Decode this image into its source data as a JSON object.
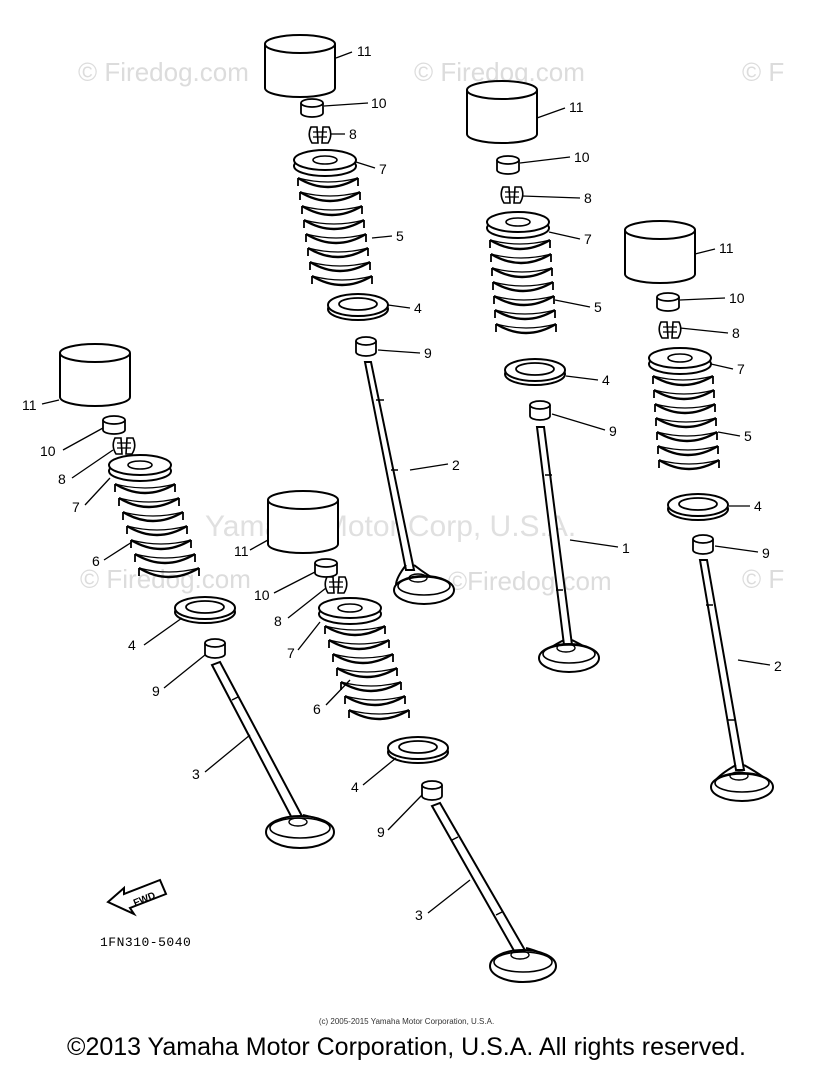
{
  "watermarks": {
    "firedog_1": "© Firedog.com",
    "firedog_2": "© Firedog.com",
    "firedog_3": "© F",
    "firedog_4": "© Firedog.com",
    "firedog_5": "©Firedog.com",
    "firedog_6": "© F",
    "yamaha": "Yamaha Motor Corp, U.S.A."
  },
  "fwd_label": "FWD",
  "part_code": "1FN310-5040",
  "small_copyright": "(c) 2005-2015 Yamaha Motor Corporation, U.S.A.",
  "copyright": "©2013 Yamaha Motor Corporation, U.S.A. All rights reserved.",
  "callouts": {
    "a": {
      "lifter": "11",
      "shim": "10",
      "keeper": "8",
      "retainer": "7",
      "spring": "5",
      "seat": "4",
      "seal": "9",
      "valve": "2"
    },
    "b": {
      "lifter": "11",
      "shim": "10",
      "keeper": "8",
      "retainer": "7",
      "spring": "5",
      "seat": "4",
      "seal": "9",
      "valve": "1"
    },
    "c": {
      "lifter": "11",
      "shim": "10",
      "keeper": "8",
      "retainer": "7",
      "spring": "5",
      "seat": "4",
      "seal": "9",
      "valve": "2"
    },
    "d": {
      "lifter": "11",
      "shim": "10",
      "keeper": "8",
      "retainer": "7",
      "spring": "6",
      "seat": "4",
      "seal": "9",
      "valve": "3"
    },
    "e": {
      "lifter": "11",
      "shim": "10",
      "keeper": "8",
      "retainer": "7",
      "spring": "6",
      "seat": "4",
      "seal": "9",
      "valve": "3"
    }
  }
}
